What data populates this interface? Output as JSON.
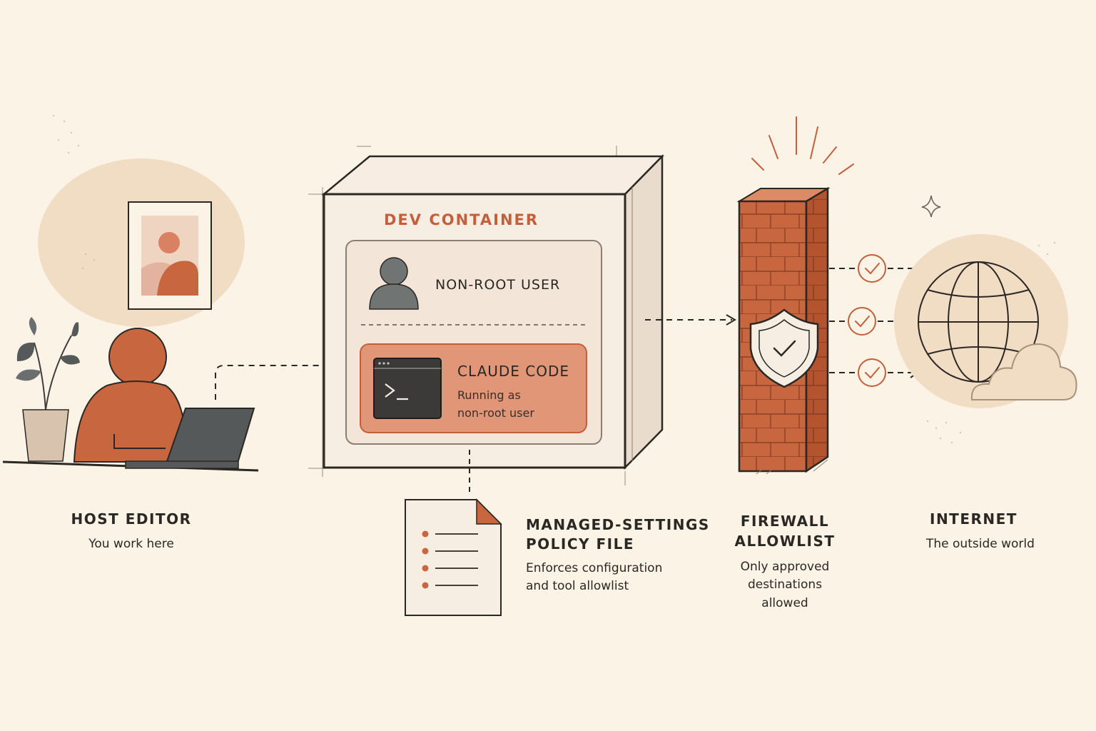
{
  "container": {
    "title": "DEV CONTAINER",
    "user_label": "NON-ROOT USER",
    "claude_title": "CLAUDE CODE",
    "claude_sub_1": "Running as",
    "claude_sub_2": "non-root user",
    "prompt_glyph": ">_"
  },
  "host": {
    "title": "HOST EDITOR",
    "subtitle": "You work here"
  },
  "policy": {
    "title_1": "MANAGED-SETTINGS",
    "title_2": "POLICY FILE",
    "sub_1": "Enforces configuration",
    "sub_2": "and tool allowlist"
  },
  "firewall": {
    "title_1": "FIREWALL",
    "title_2": "ALLOWLIST",
    "sub_1": "Only approved",
    "sub_2": "destinations",
    "sub_3": "allowed"
  },
  "internet": {
    "title": "INTERNET",
    "subtitle": "The outside world"
  },
  "colors": {
    "background": "#fbf3e6",
    "accent": "#c3603b",
    "brick": "#c8663f",
    "ink": "#2b2723",
    "soft": "#f1dcc4"
  },
  "icons": [
    "person-icon",
    "laptop-icon",
    "plant-icon",
    "picture-frame-icon",
    "user-icon",
    "terminal-icon",
    "document-icon",
    "shield-check-icon",
    "check-circle-icon",
    "globe-icon",
    "cloud-icon",
    "sparkle-icon"
  ]
}
